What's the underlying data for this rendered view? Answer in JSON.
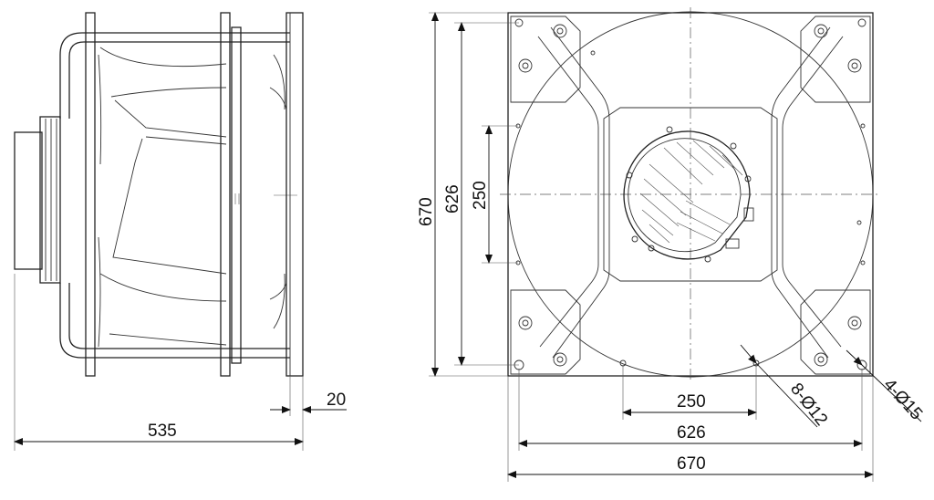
{
  "side_view": {
    "depth_dim": "535",
    "flange_dim": "20"
  },
  "front_view": {
    "height_outer_dim": "670",
    "height_holes_dim": "626",
    "height_inner_dim": "250",
    "width_inner_dim": "250",
    "width_holes_dim": "626",
    "width_outer_dim": "670",
    "small_holes_label": "8-Ø12",
    "corner_holes_label": "4-Ø15"
  }
}
